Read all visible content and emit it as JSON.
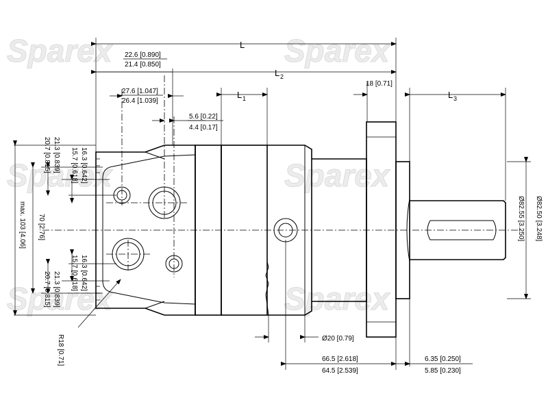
{
  "watermark": {
    "text": "Sparex"
  },
  "labels": {
    "L": "L",
    "L1": "L",
    "L1_sub": "1",
    "L2": "L",
    "L2_sub": "2",
    "L3": "L",
    "L3_sub": "3"
  },
  "dims": {
    "d_22_6": "22.6 [0.890]",
    "d_21_4": "21.4 [0.850]",
    "d_27_6": "27.6 [1.047]",
    "d_26_4": "26.4 [1.039]",
    "d_5_6": "5.6 [0.22]",
    "d_4_4": "4.4 [0.17]",
    "d_18": "18 [0.71]",
    "top_16_3": "16.3 [0.642]",
    "top_15_7": "15.7 [0.618]",
    "top_21_3": "21.3 [0.839]",
    "top_20_7": "20.7 [0.815]",
    "bot_16_3": "16.3 [0.642]",
    "bot_15_7": "15.7 [0.618]",
    "bot_21_3": "21.3 [0.839]",
    "bot_20_7": "20.7 [0.815]",
    "d_70": "70 [2.76]",
    "d_max103": "max. 103 [4.06]",
    "d_82_55": "Ø82.55 [3.250]",
    "d_82_50": "Ø82.50 [3.248]",
    "d_r18": "R18 [0.71]",
    "d_20": "Ø20 [0.79]",
    "d_66_5": "66.5 [2.618]",
    "d_64_5": "64.5 [2.539]",
    "d_6_35": "6.35 [0.250]",
    "d_5_85": "5.85 [0.230]"
  }
}
